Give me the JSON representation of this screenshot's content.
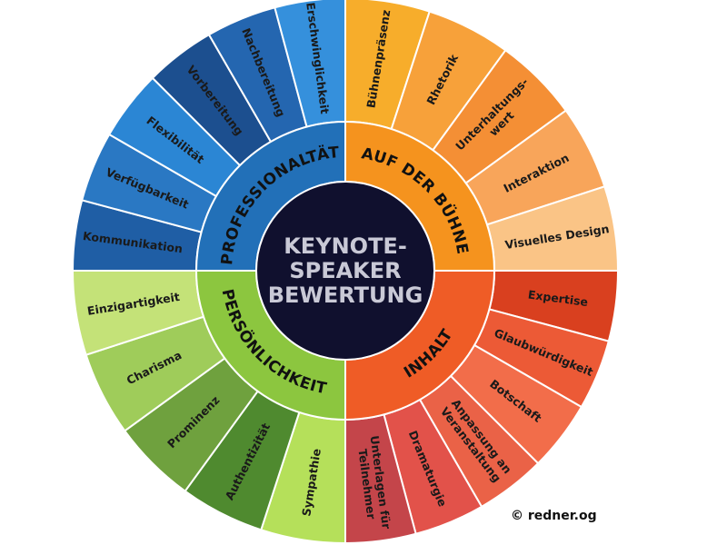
{
  "center": {
    "lines": [
      "KEYNOTE-",
      "SPEAKER",
      "BEWERTUNG"
    ]
  },
  "credit": "© redner.og",
  "colors": {
    "center_fill": "#10102e",
    "divider": "#ffffff",
    "outer_ring": "#ffffff"
  },
  "quadrants": [
    {
      "label": "AUF DER BÜHNE",
      "color": "#f5931e",
      "segments": [
        {
          "lines": [
            "Bühnenpräsenz"
          ],
          "color": "#f7ad2b"
        },
        {
          "lines": [
            "Rhetorik"
          ],
          "color": "#f7a13a"
        },
        {
          "lines": [
            "Unterhaltungs-",
            "wert"
          ],
          "color": "#f48f35"
        },
        {
          "lines": [
            "Interaktion"
          ],
          "color": "#f8a55a"
        },
        {
          "lines": [
            "Visuelles Design"
          ],
          "color": "#fac486"
        }
      ]
    },
    {
      "label": "INHALT",
      "color": "#ef5c26",
      "segments": [
        {
          "lines": [
            "Expertise"
          ],
          "color": "#d9401f"
        },
        {
          "lines": [
            "Glaubwürdigkeit"
          ],
          "color": "#ec5a36"
        },
        {
          "lines": [
            "Botschaft"
          ],
          "color": "#f26d4a"
        },
        {
          "lines": [
            "Anpassung an",
            "Veranstaltung"
          ],
          "color": "#ea6247"
        },
        {
          "lines": [
            "Dramaturgie"
          ],
          "color": "#e2524a"
        },
        {
          "lines": [
            "Unterlagen für",
            "Teilnehmer"
          ],
          "color": "#c4454a"
        }
      ]
    },
    {
      "label": "PERSÖNLICHKEIT",
      "color": "#8cc63f",
      "segments": [
        {
          "lines": [
            "Sympathie"
          ],
          "color": "#b5e05a"
        },
        {
          "lines": [
            "Authentizität"
          ],
          "color": "#4f8a2f"
        },
        {
          "lines": [
            "Prominenz"
          ],
          "color": "#6fa13e"
        },
        {
          "lines": [
            "Charisma"
          ],
          "color": "#9fcc5a"
        },
        {
          "lines": [
            "Einzigartigkeit"
          ],
          "color": "#c4e278"
        }
      ]
    },
    {
      "label": "PROFESSIONALTÄT",
      "color": "#2270b8",
      "segments": [
        {
          "lines": [
            "Kommunikation"
          ],
          "color": "#1f5ea5"
        },
        {
          "lines": [
            "Verfügbarkeit"
          ],
          "color": "#2a78c3"
        },
        {
          "lines": [
            "Flexibilität"
          ],
          "color": "#2b86d4"
        },
        {
          "lines": [
            "Vorbereitung"
          ],
          "color": "#1c4f8f"
        },
        {
          "lines": [
            "Nachbereitung"
          ],
          "color": "#2466b0"
        },
        {
          "lines": [
            "Erschwinglichkeit"
          ],
          "color": "#3590dc"
        }
      ]
    }
  ]
}
